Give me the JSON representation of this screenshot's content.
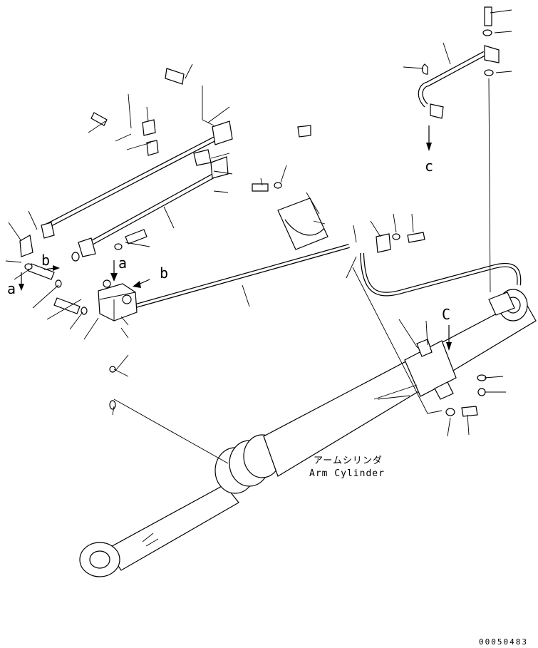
{
  "diagram": {
    "labels": {
      "a_left": "a",
      "b_left": "b",
      "a_top": "a",
      "b_right": "b",
      "c_upper": "c",
      "c_cylinder": "C"
    },
    "cylinder_caption_jp": "アームシリンダ",
    "cylinder_caption_en": "Arm Cylinder",
    "drawing_code": "00050483"
  }
}
